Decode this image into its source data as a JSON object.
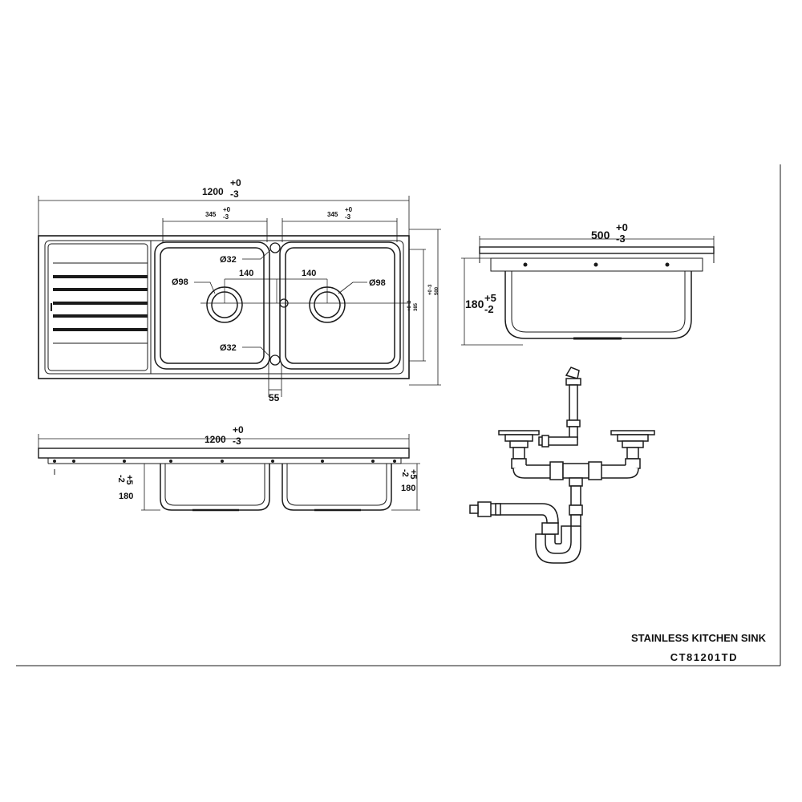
{
  "title_block": {
    "title": "STAINLESS KITCHEN SINK",
    "model": "CT81201TD"
  },
  "top_view": {
    "overall_length": {
      "value": "1200",
      "tol_plus": "+0",
      "tol_minus": "-3"
    },
    "bowl_left_width": {
      "value": "345",
      "tol_plus": "+0",
      "tol_minus": "-3"
    },
    "bowl_right_width": {
      "value": "345",
      "tol_plus": "+0",
      "tol_minus": "-3"
    },
    "tap_hole_top": "Ø32",
    "tap_hole_bottom": "Ø32",
    "waste_left": "Ø98",
    "waste_right": "Ø98",
    "offset_left": "140",
    "offset_right": "140",
    "divider_gap": "55",
    "bowl_depth_dim": {
      "value": "385",
      "tol_plus": "+0",
      "tol_minus": "-3"
    },
    "overall_width_dim": {
      "value": "500",
      "tol_plus": "+0",
      "tol_minus": "-3"
    }
  },
  "side_view": {
    "width": {
      "value": "500",
      "tol_plus": "+0",
      "tol_minus": "-3"
    },
    "depth": {
      "value": "180",
      "tol_plus": "+5",
      "tol_minus": "-2"
    }
  },
  "front_view": {
    "length": {
      "value": "1200",
      "tol_plus": "+0",
      "tol_minus": "-3"
    },
    "depth_left": {
      "value": "180",
      "tol_plus": "+5",
      "tol_minus": "-2"
    },
    "depth_right": {
      "value": "180",
      "tol_plus": "+5",
      "tol_minus": "-2"
    }
  },
  "colors": {
    "line": "#1a1a1a",
    "background": "#ffffff"
  }
}
